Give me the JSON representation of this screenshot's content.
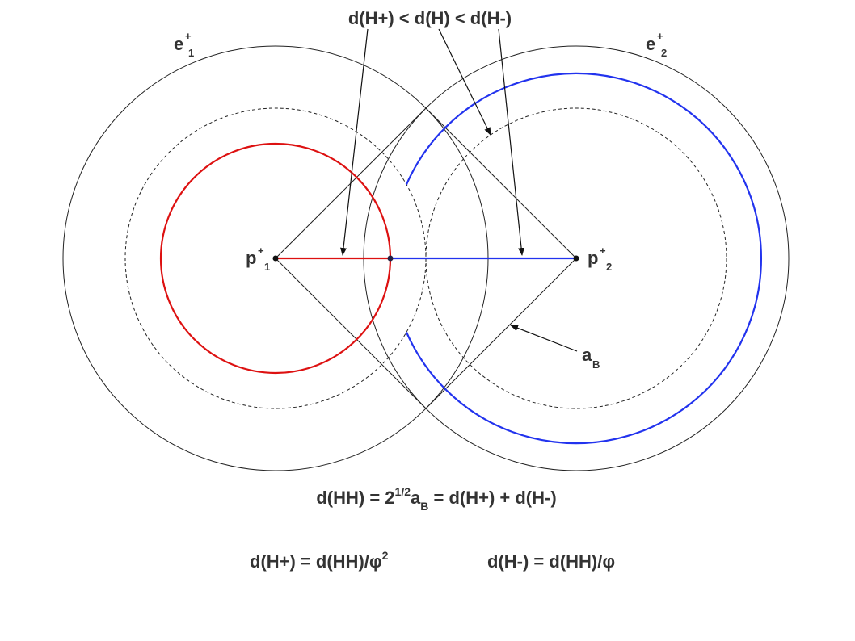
{
  "labels": {
    "inequality": "d(H+) < d(H) < d(H-)",
    "e1_base": "e",
    "e1_sup": "+",
    "e1_sub": "1",
    "e2_base": "e",
    "e2_sup": "+",
    "e2_sub": "2",
    "p1_base": "p",
    "p1_sup": "+",
    "p1_sub": "1",
    "p2_base": "p",
    "p2_sup": "+",
    "p2_sub": "2",
    "aB_base": "a",
    "aB_sub": "B"
  },
  "equations": {
    "main": {
      "part1": "d(HH) = 2",
      "exponent": "1/2",
      "part2": "a",
      "subscript": "B",
      "part3": " = d(H+) + d(H-)"
    },
    "hplus": {
      "text": "d(H+) = d(HH)/φ",
      "exponent": "2"
    },
    "hminus": {
      "text": "d(H-) = d(HH)/φ"
    }
  },
  "colors": {
    "outline": "#222222",
    "red": "#dd1111",
    "blue": "#2233ee",
    "text": "#333333"
  }
}
